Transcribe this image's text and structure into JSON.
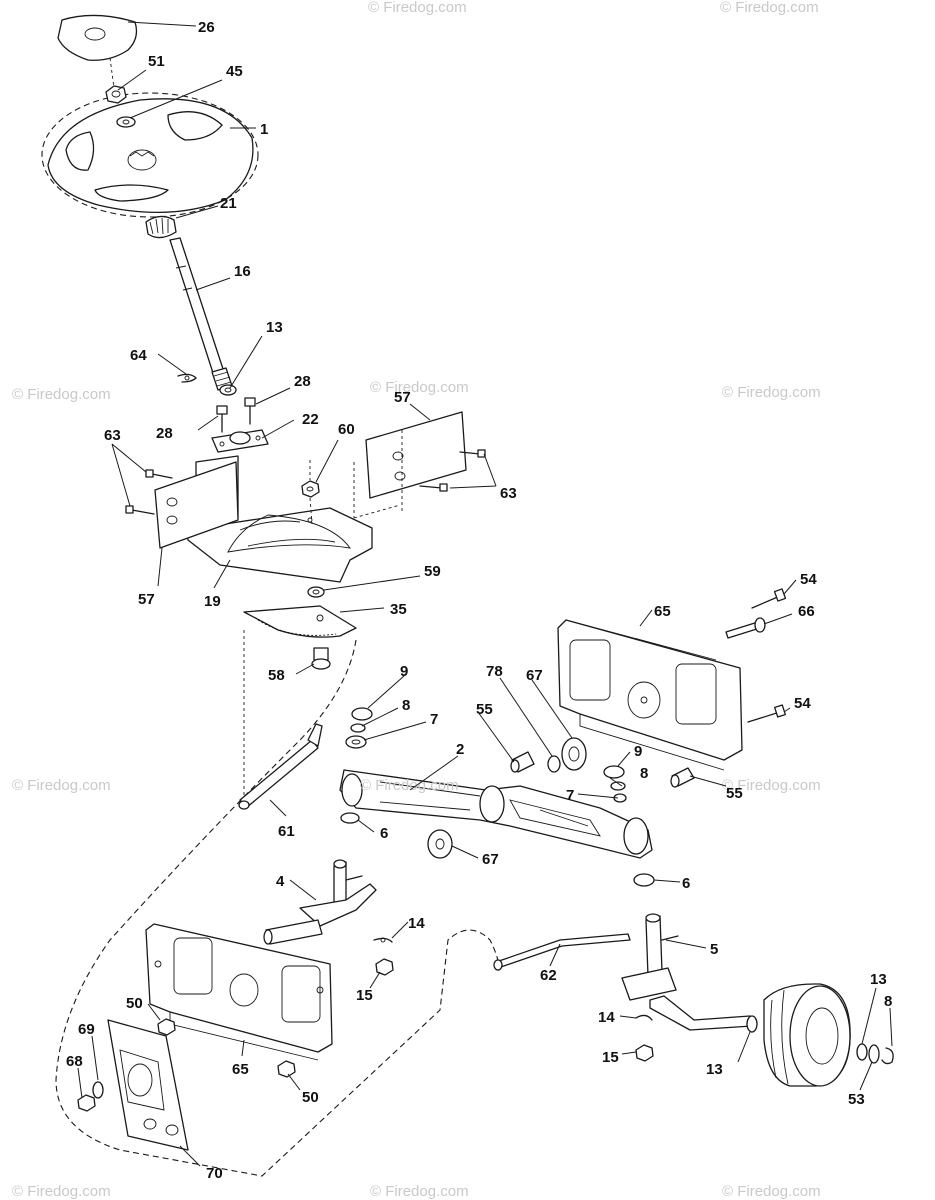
{
  "watermark": "© Firedog.com",
  "center_watermark": "© Firedog.com",
  "callouts": {
    "c26": "26",
    "c51": "51",
    "c45": "45",
    "c1": "1",
    "c21": "21",
    "c16": "16",
    "c13a": "13",
    "c64": "64",
    "c28a": "28",
    "c28b": "28",
    "c22": "22",
    "c63a": "63",
    "c60": "60",
    "c57a": "57",
    "c63b": "63",
    "c57b": "57",
    "c19": "19",
    "c59": "59",
    "c35": "35",
    "c58": "58",
    "c54a": "54",
    "c66": "66",
    "c65a": "65",
    "c9a": "9",
    "c78": "78",
    "c67a": "67",
    "c8a": "8",
    "c7a": "7",
    "c55a": "55",
    "c2": "2",
    "c54b": "54",
    "c9b": "9",
    "c8b": "8",
    "c7b": "7",
    "c55b": "55",
    "c6a": "6",
    "c61": "61",
    "c67b": "67",
    "c6b": "6",
    "c4": "4",
    "c14a": "14",
    "c5": "5",
    "c62": "62",
    "c15a": "15",
    "c50a": "50",
    "c69": "69",
    "c68": "68",
    "c65b": "65",
    "c50b": "50",
    "c70": "70",
    "c14b": "14",
    "c15b": "15",
    "c13b": "13",
    "c13c": "13",
    "c8c": "8",
    "c53": "53"
  }
}
